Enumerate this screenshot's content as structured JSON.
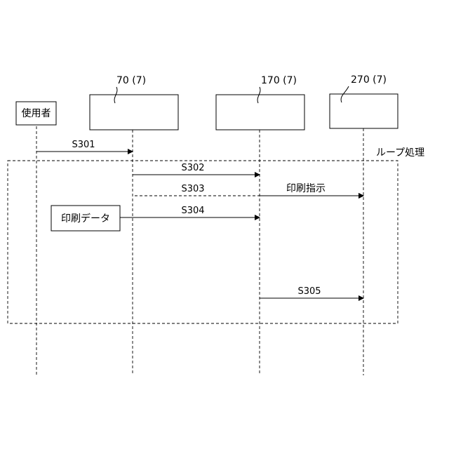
{
  "participants": {
    "user": {
      "label": "使用者"
    },
    "p70": {
      "ref": "70 (7)"
    },
    "p170": {
      "ref": "170 (7)"
    },
    "p270": {
      "ref": "270 (7)"
    }
  },
  "print_data_label": "印刷データ",
  "loop_label": "ループ処理",
  "messages": {
    "s301": "S301",
    "s302": "S302",
    "s303": "S303",
    "s303_note": "印刷指示",
    "s304": "S304",
    "s305": "S305"
  }
}
